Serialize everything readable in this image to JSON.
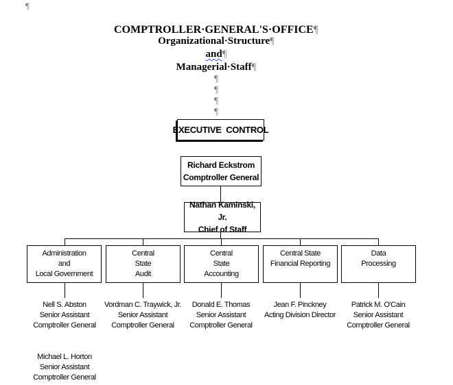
{
  "document": {
    "corner_mark": "¶",
    "title": {
      "line1": "COMPTROLLER·GENERAL'S·OFFICE",
      "line2": "Organizational·Structure",
      "line3": "and",
      "line4": "Managerial·Staff",
      "pilcrow": "¶"
    },
    "empty_paragraphs": [
      "¶",
      "¶",
      "¶",
      "¶"
    ]
  },
  "org_chart": {
    "executive_label": "EXECUTIVE  CONTROL",
    "head": {
      "name": "Richard Eckstrom",
      "title": "Comptroller General"
    },
    "chief_of_staff": {
      "name": "Nathan Kaminski, Jr.",
      "title": "Chief of Staff"
    },
    "divisions": [
      {
        "lines": [
          "Administration",
          "and",
          "Local Government"
        ],
        "staff": [
          [
            "Nell S. Abston",
            "Senior Assistant",
            "Comptroller General"
          ],
          [
            "Michael L. Horton",
            "Senior Assistant",
            "Comptroller General"
          ]
        ]
      },
      {
        "lines": [
          "Central",
          "State",
          "Audit"
        ],
        "staff": [
          [
            "Vordman C. Traywick, Jr.",
            "Senior Assistant",
            "Comptroller General"
          ]
        ]
      },
      {
        "lines": [
          "Central",
          "State",
          "Accounting"
        ],
        "staff": [
          [
            "Donald E. Thomas",
            "Senior Assistant",
            "Comptroller General"
          ]
        ]
      },
      {
        "lines": [
          "Central State",
          "Financial Reporting"
        ],
        "staff": [
          [
            "Jean F. Pinckney",
            "Acting Division Director"
          ]
        ]
      },
      {
        "lines": [
          "Data",
          "Processing"
        ],
        "staff": [
          [
            "Patrick M. O'Cain",
            "Senior Assistant",
            "Comptroller General"
          ]
        ]
      }
    ]
  }
}
